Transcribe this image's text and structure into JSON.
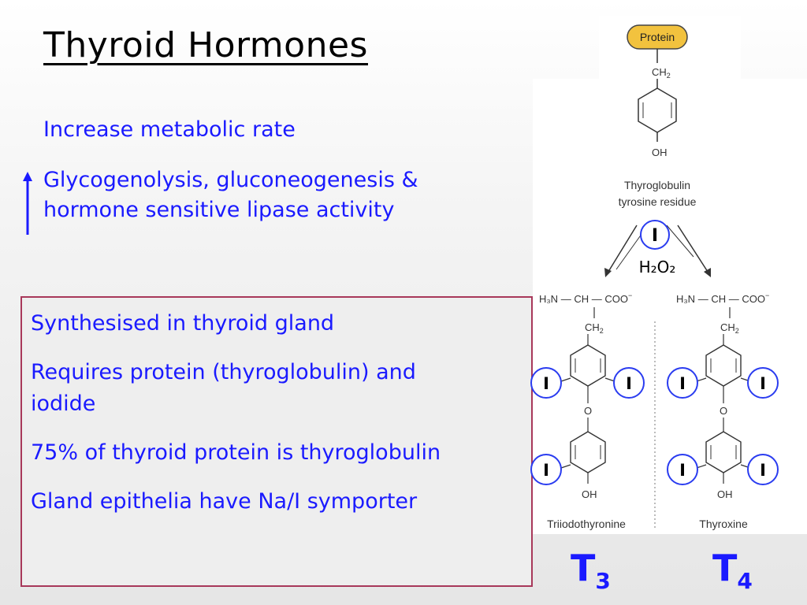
{
  "slide": {
    "title": "Thyroid Hormones",
    "bullets": [
      "Increase metabolic rate",
      "Glycogenolysis, gluconeogenesis &",
      "hormone sensitive lipase activity"
    ],
    "box_items": [
      "Synthesised in thyroid gland",
      "Requires protein (thyroglobulin) and",
      "iodide",
      "75% of thyroid protein is thyroglobulin",
      "Gland epithelia have Na/I symporter"
    ]
  },
  "diagram": {
    "protein": "Protein",
    "ch2": "CH",
    "oh": "OH",
    "o": "O",
    "tyrosine_line1": "Thyroglobulin",
    "tyrosine_line2": "tyrosine residue",
    "iodine": "I",
    "h2o2": "H₂O₂",
    "amino_h3n": "H₃N",
    "amino_ch": "CH",
    "amino_coo": "COO",
    "left_name": "Triiodothyronine",
    "right_name": "Thyroxine",
    "t3": {
      "letter": "T",
      "sub": "3"
    },
    "t4": {
      "letter": "T",
      "sub": "4"
    }
  },
  "colors": {
    "text_blue": "#1a1aff",
    "box_border": "#a8385a",
    "circle_blue": "#2a3cf0",
    "protein_fill": "#f2c23e"
  }
}
